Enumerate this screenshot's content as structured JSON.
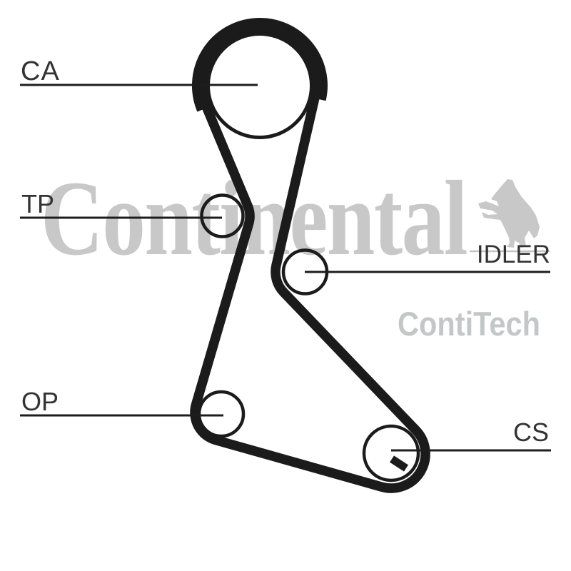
{
  "diagram": {
    "type": "timing-belt-routing",
    "labels": {
      "ca": "CA",
      "tp": "TP",
      "idler": "IDLER",
      "op": "OP",
      "cs": "CS"
    },
    "watermarks": {
      "continental": "Continental",
      "contitech": "ContiTech",
      "horse_icon": "rearing-horse-icon"
    },
    "colors": {
      "belt": "#1b1b1b",
      "callout_line": "#1d1d1d",
      "label_text": "#333333",
      "watermark_gray": "#c8c8c8",
      "contitech_gray": "#c3c7c8",
      "background": "#ffffff"
    }
  }
}
